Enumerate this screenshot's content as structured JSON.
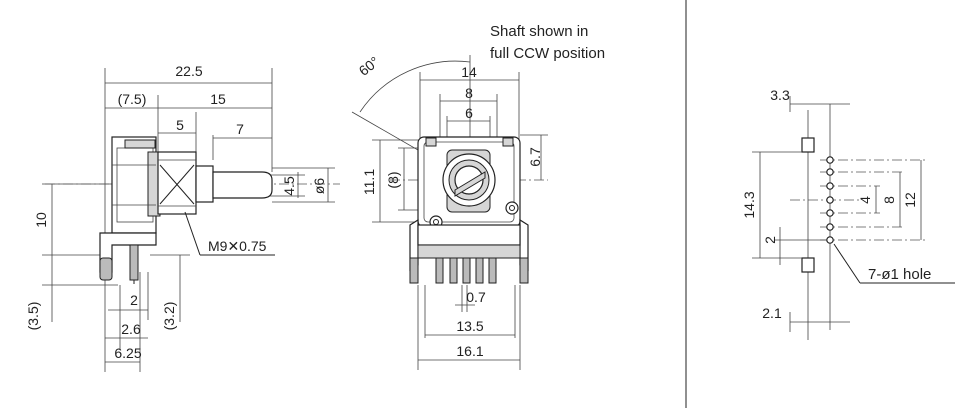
{
  "labels": {
    "shaft_note_line1": "Shaft shown in",
    "shaft_note_line2": "full CCW position",
    "angle": "60°",
    "thread": "M9✕0.75",
    "hole_note": "7-ø1 hole"
  },
  "side_view": {
    "d_22_5": "22.5",
    "d_7_5": "(7.5)",
    "d_15": "15",
    "d_5": "5",
    "d_7": "7",
    "d_4_5": "4.5",
    "d_phi6": "ø6",
    "d_10": "10",
    "d_3_5": "(3.5)",
    "d_2": "2",
    "d_3_2": "(3.2)",
    "d_2_6": "2.6",
    "d_6_25": "6.25"
  },
  "front_view": {
    "d_14": "14",
    "d_8": "8",
    "d_6": "6",
    "d_11_1": "11.1",
    "d_8p": "(8)",
    "d_6_7": "6.7",
    "d_0_7": "0.7",
    "d_13_5": "13.5",
    "d_16_1": "16.1"
  },
  "pcb_layout": {
    "d_3_3": "3.3",
    "d_14_3": "14.3",
    "d_2": "2",
    "d_4": "4",
    "d_8": "8",
    "d_12": "12",
    "d_2_1": "2.1"
  }
}
